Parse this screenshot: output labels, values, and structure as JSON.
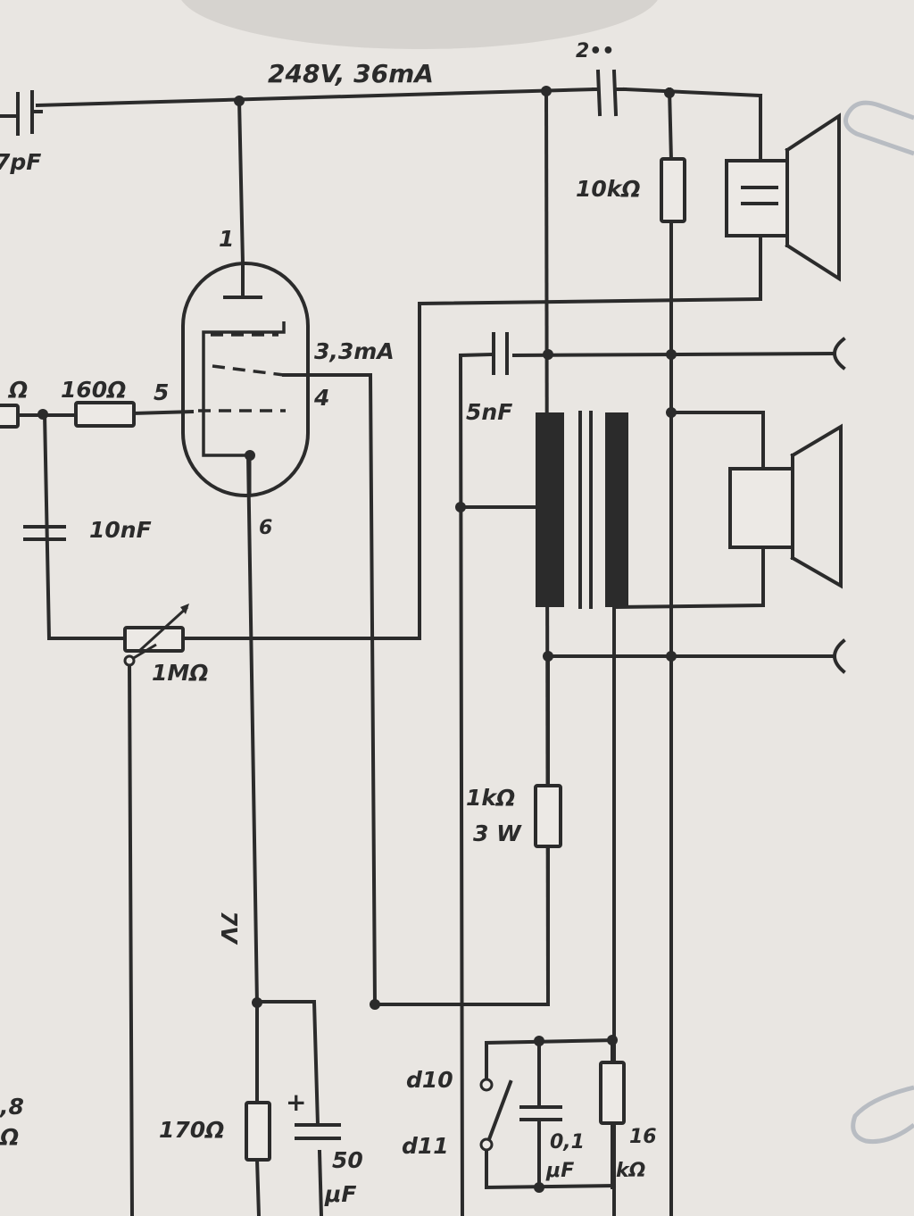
{
  "labels": {
    "supply": "248V, 36mA",
    "top_cap_partial": "2••",
    "left_cap_partial": "7pF",
    "r_10k": "10kΩ",
    "pin1": "1",
    "pin5": "5",
    "pin4": "4",
    "pin6": "6",
    "screen_current": "3,3mA",
    "left_res_partial": "Ω",
    "r_160": "160Ω",
    "c_5nF": "5nF",
    "c_10nF": "10nF",
    "pot_1M": "1MΩ",
    "r_1k": "1kΩ",
    "r_1k_power": "3 W",
    "cathode_voltage": "7V",
    "d10": "d10",
    "d11": "d11",
    "left_edge_val1": ",8",
    "left_edge_val2": "Ω",
    "r_170": "170Ω",
    "elco_plus": "+",
    "c_50": "50",
    "c_50_unit": "μF",
    "c_01": "0,1",
    "c_01_unit": "μF",
    "r_16k_num": "16",
    "r_16k_unit": "kΩ"
  },
  "colors": {
    "paper": "#e9e6e2",
    "ink": "#2b2b2b",
    "paperclip": "#b8bcc2"
  }
}
